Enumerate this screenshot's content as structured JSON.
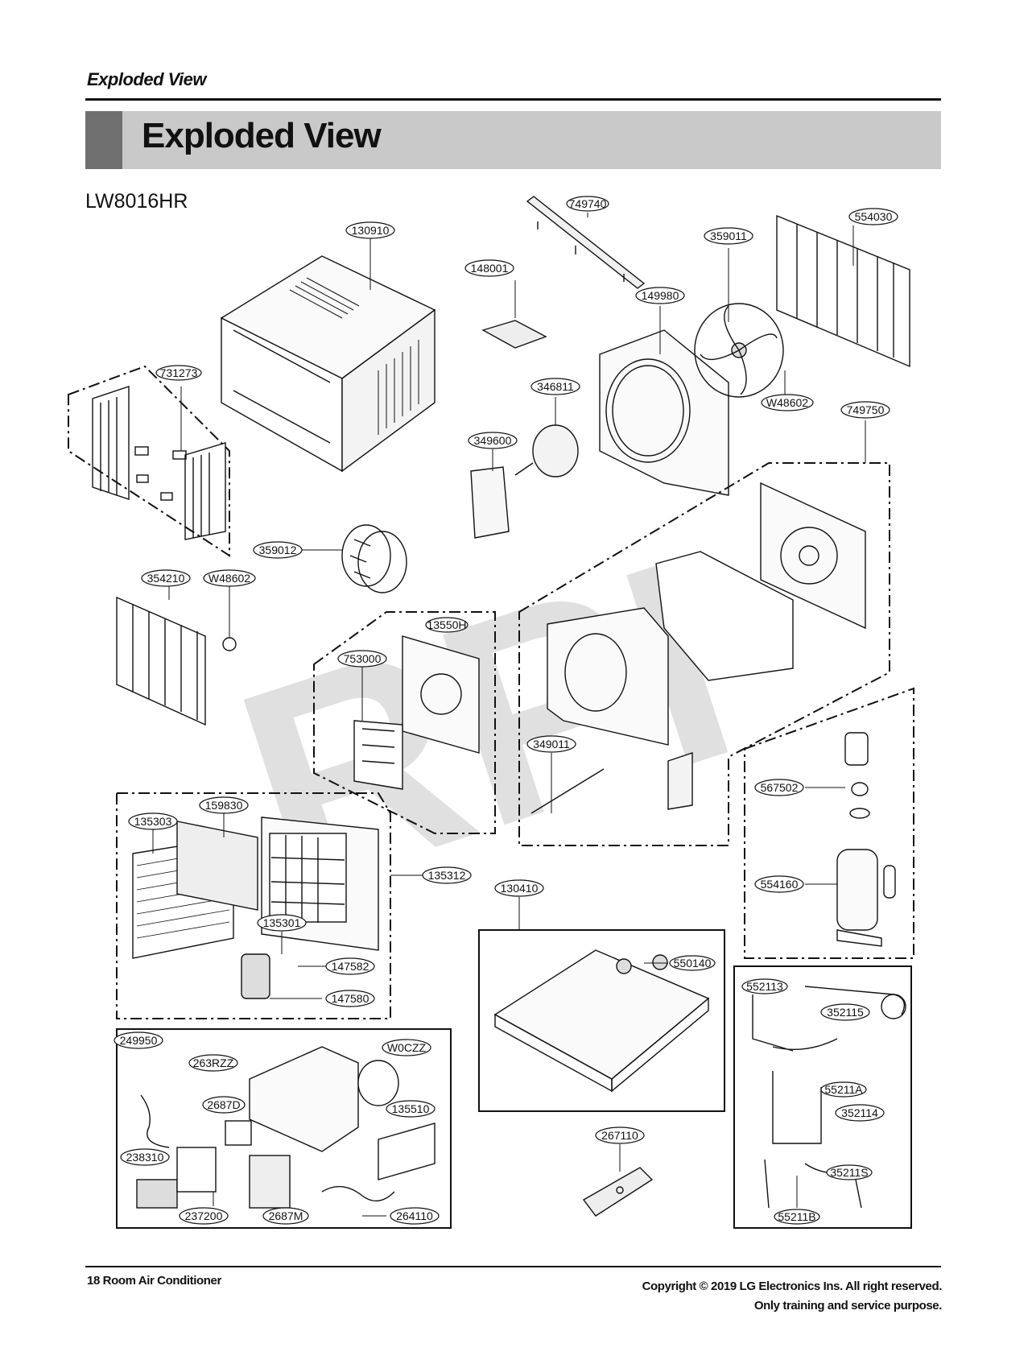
{
  "header": {
    "section": "Exploded View"
  },
  "banner": {
    "title": "Exploded View"
  },
  "model": "LW8016HR",
  "watermark": "RPI",
  "parts": {
    "p130910": "130910",
    "p749740": "749740",
    "p148001": "148001",
    "p359011": "359011",
    "p554030": "554030",
    "p149980": "149980",
    "p731273": "731273",
    "p346811": "346811",
    "pW48602a": "W48602",
    "p749750": "749750",
    "p349600": "349600",
    "p359012": "359012",
    "p354210": "354210",
    "pW48602b": "W48602",
    "p13550H": "13550H",
    "p753000": "753000",
    "p349011": "349011",
    "p567502": "567502",
    "p135303": "135303",
    "p159830": "159830",
    "p135312": "135312",
    "p130410": "130410",
    "p554160": "554160",
    "p135301": "135301",
    "p147582": "147582",
    "p550140": "550140",
    "p147580": "147580",
    "p552113": "552113",
    "p352115": "352115",
    "p249950": "249950",
    "p263RZZ": "263RZZ",
    "pW0CZZ": "W0CZZ",
    "p55211A": "55211A",
    "p2687D": "2687D",
    "p135510": "135510",
    "p352114": "352114",
    "p267110": "267110",
    "p238310": "238310",
    "p35211S": "35211S",
    "p237200": "237200",
    "p2687M": "2687M",
    "p264110": "264110",
    "p55211B": "55211B"
  },
  "footer": {
    "page": "18  Room Air Conditioner",
    "copyright": "Copyright © 2019 LG Electronics Ins. All right reserved.",
    "purpose": "Only training and service purpose."
  }
}
